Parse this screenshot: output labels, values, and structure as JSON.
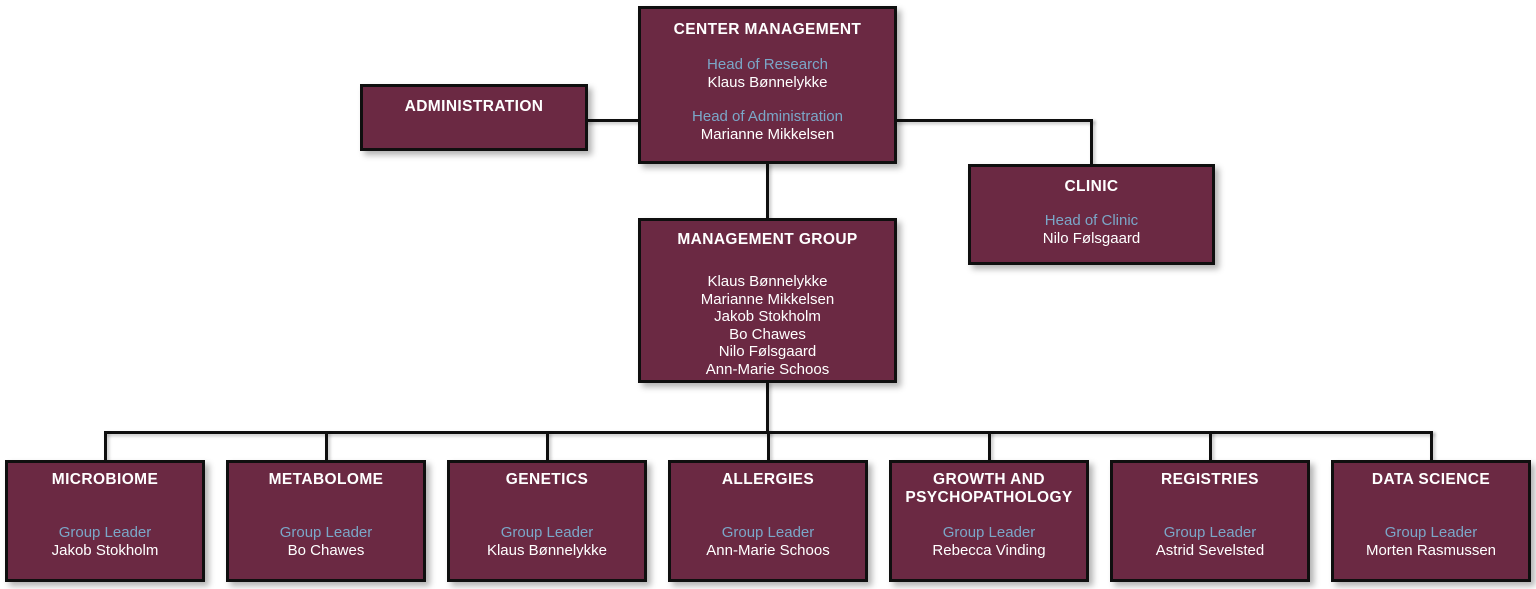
{
  "colors": {
    "box_bg": "#6b2943",
    "line_color": "#0f0f0f",
    "title_text": "#ffffff",
    "role_text": "#7ba7c8",
    "name_text": "#ffffff"
  },
  "chart": {
    "administration": {
      "title": "ADMINISTRATION"
    },
    "center_management": {
      "title": "CENTER MANAGEMENT",
      "positions": [
        {
          "role": "Head of Research",
          "name": "Klaus Bønnelykke"
        },
        {
          "role": "Head of Administration",
          "name": "Marianne Mikkelsen"
        }
      ]
    },
    "clinic": {
      "title": "CLINIC",
      "positions": [
        {
          "role": "Head of Clinic",
          "name": "Nilo Følsgaard"
        }
      ]
    },
    "management_group": {
      "title": "MANAGEMENT GROUP",
      "members": [
        "Klaus Bønnelykke",
        "Marianne Mikkelsen",
        "Jakob Stokholm",
        "Bo Chawes",
        "Nilo Følsgaard",
        "Ann-Marie Schoos"
      ]
    },
    "groups": [
      {
        "title": "MICROBIOME",
        "role": "Group Leader",
        "name": "Jakob Stokholm"
      },
      {
        "title": "METABOLOME",
        "role": "Group Leader",
        "name": "Bo Chawes"
      },
      {
        "title": "GENETICS",
        "role": "Group Leader",
        "name": "Klaus Bønnelykke"
      },
      {
        "title": "ALLERGIES",
        "role": "Group Leader",
        "name": "Ann-Marie Schoos"
      },
      {
        "title": "GROWTH AND PSYCHOPATHOLOGY",
        "role": "Group Leader",
        "name": "Rebecca Vinding"
      },
      {
        "title": "REGISTRIES",
        "role": "Group Leader",
        "name": "Astrid Sevelsted"
      },
      {
        "title": "DATA SCIENCE",
        "role": "Group Leader",
        "name": "Morten Rasmussen"
      }
    ]
  }
}
